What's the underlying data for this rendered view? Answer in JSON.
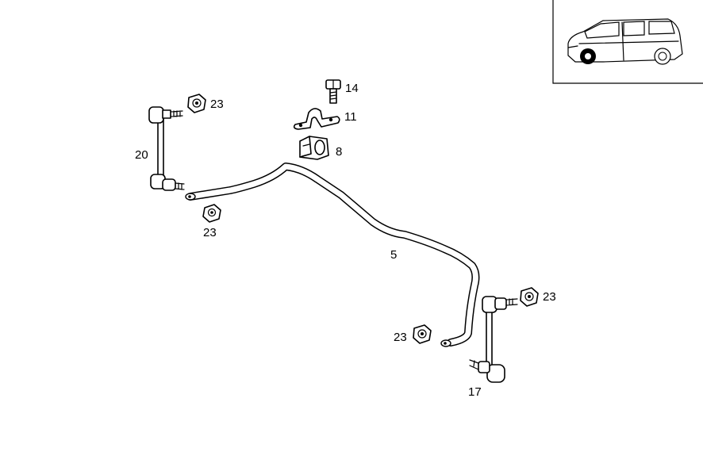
{
  "callouts": {
    "stabilizer_bar": "5",
    "rubber_mount": "8",
    "bracket_clamp": "11",
    "bolt": "14",
    "link_rod_right": "17",
    "link_rod_left": "20",
    "nut_top_left": "23",
    "nut_lower_left": "23",
    "nut_right": "23",
    "nut_lower_right": "23"
  },
  "icons": {
    "vehicle_locator": "van-front-axle-icon"
  },
  "colors": {
    "line": "#000000",
    "background": "#ffffff"
  }
}
